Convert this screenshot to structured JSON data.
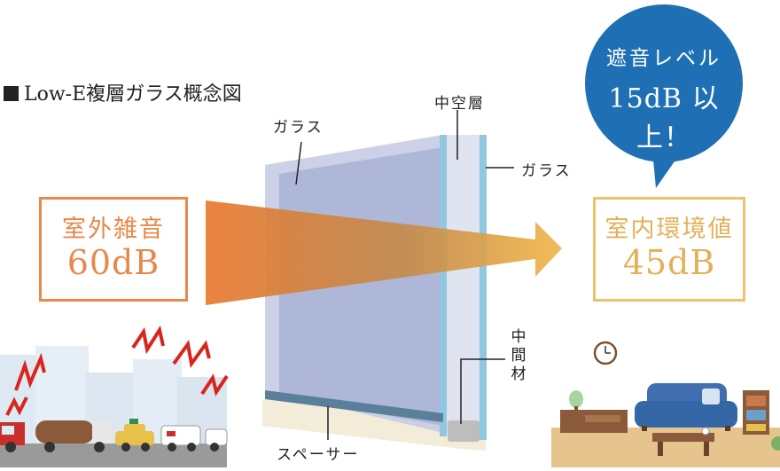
{
  "title": "Low-E複層ガラス概念図",
  "labels": {
    "glass_left": "ガラス",
    "glass_right": "ガラス",
    "air_layer": "中空層",
    "middle_material": [
      "中",
      "間",
      "材"
    ],
    "spacer": "スペーサー"
  },
  "outside_box": {
    "label": "室外雑音",
    "value": "60dB"
  },
  "inside_box": {
    "label": "室内環境値",
    "value": "45dB"
  },
  "bubble": {
    "line1": "遮音レベル",
    "line2": "15dB 以上！"
  },
  "colors": {
    "outside": "#e8884a",
    "inside": "#edc06a",
    "bubble": "#1f6fb4",
    "glass": "#a9b3d6",
    "glass_edge": "#8fc8e0"
  },
  "icons": [
    "noise-zigzag-icon",
    "city-buildings-icon",
    "truck-icon",
    "taxi-icon",
    "ambulance-icon",
    "sofa-icon",
    "clock-icon",
    "lamp-icon",
    "bookshelf-icon",
    "coffee-table-icon"
  ]
}
